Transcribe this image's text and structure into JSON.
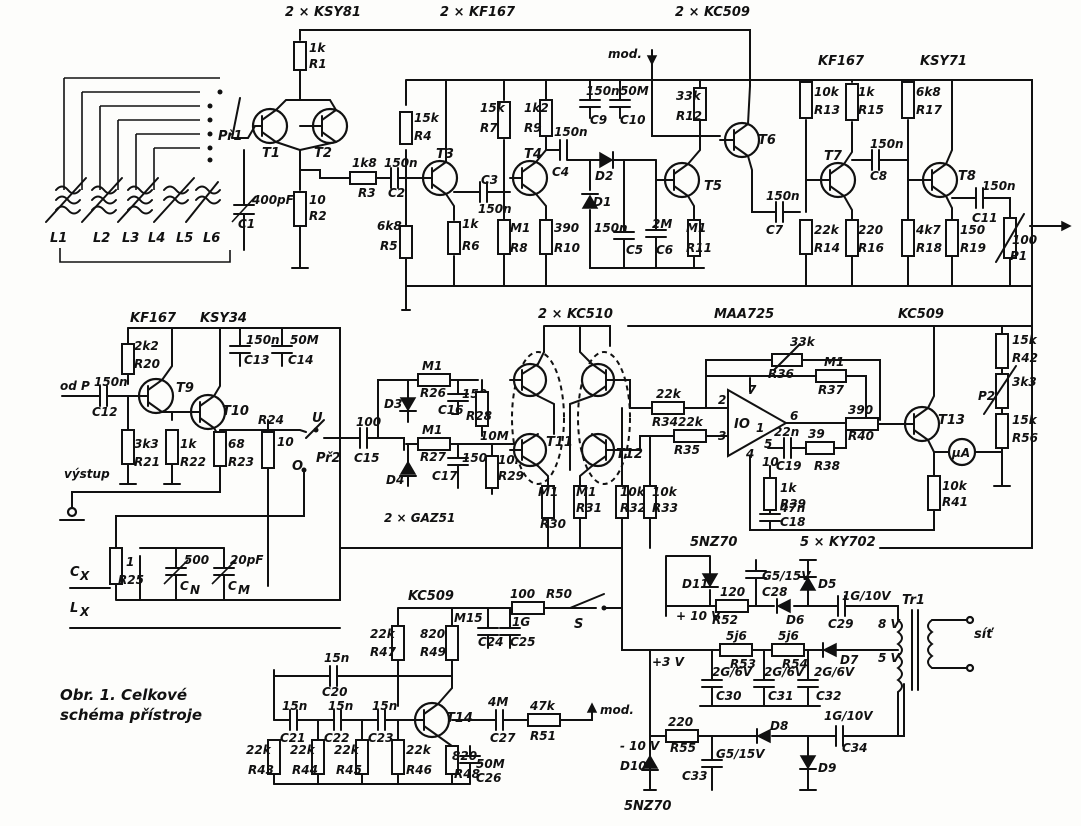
{
  "caption": [
    "Obr. 1. Celkové",
    "schéma přístroje"
  ],
  "headers": {
    "ksy81": "2 × KSY81",
    "kf167_top": "2 × KF167",
    "kc509_top": "2 × KC509",
    "kf167_right": "KF167",
    "ksy71": "KSY71",
    "kf167_left": "KF167",
    "ksy34": "KSY34",
    "kc510": "2 × KC510",
    "maa725": "MAA725",
    "kc509_right": "KC509",
    "gaz51": "2 × GAZ51",
    "kc509_bottom": "KC509",
    "nz70_top": "5NZ70",
    "ky702": "5 × KY702",
    "nz70_bottom": "5NZ70"
  },
  "resistors": [
    {
      "ref": "R1",
      "value": "1k"
    },
    {
      "ref": "R2",
      "value": "10"
    },
    {
      "ref": "R3",
      "value": "1k8"
    },
    {
      "ref": "R4",
      "value": "15k"
    },
    {
      "ref": "R5",
      "value": "6k8"
    },
    {
      "ref": "R6",
      "value": "1k"
    },
    {
      "ref": "R7",
      "value": "15k"
    },
    {
      "ref": "R8",
      "value": "M1"
    },
    {
      "ref": "R9",
      "value": "1k2"
    },
    {
      "ref": "R10",
      "value": "390"
    },
    {
      "ref": "R11",
      "value": "M1"
    },
    {
      "ref": "R12",
      "value": "33k"
    },
    {
      "ref": "R13",
      "value": "10k"
    },
    {
      "ref": "R14",
      "value": "22k"
    },
    {
      "ref": "R15",
      "value": "1k"
    },
    {
      "ref": "R16",
      "value": "220"
    },
    {
      "ref": "R17",
      "value": "6k8"
    },
    {
      "ref": "R18",
      "value": "4k7"
    },
    {
      "ref": "R19",
      "value": "150"
    },
    {
      "ref": "R20",
      "value": "2k2"
    },
    {
      "ref": "R21",
      "value": "3k3"
    },
    {
      "ref": "R22",
      "value": "1k"
    },
    {
      "ref": "R23",
      "value": "68"
    },
    {
      "ref": "R24",
      "value": "10"
    },
    {
      "ref": "R25",
      "value": "1"
    },
    {
      "ref": "R26",
      "value": "M1"
    },
    {
      "ref": "R27",
      "value": "M1"
    },
    {
      "ref": "R28",
      "value": "10M"
    },
    {
      "ref": "R29",
      "value": "10M"
    },
    {
      "ref": "R30",
      "value": "M1"
    },
    {
      "ref": "R31",
      "value": "M1"
    },
    {
      "ref": "R32",
      "value": "10k"
    },
    {
      "ref": "R33",
      "value": "10k"
    },
    {
      "ref": "R34",
      "value": "22k"
    },
    {
      "ref": "R35",
      "value": "22k"
    },
    {
      "ref": "R36",
      "value": "33k"
    },
    {
      "ref": "R37",
      "value": "M1"
    },
    {
      "ref": "R38",
      "value": "39"
    },
    {
      "ref": "R39",
      "value": "1k"
    },
    {
      "ref": "R40",
      "value": "390"
    },
    {
      "ref": "R41",
      "value": "10k"
    },
    {
      "ref": "R42",
      "value": "15k"
    },
    {
      "ref": "R43",
      "value": "22k"
    },
    {
      "ref": "R44",
      "value": "22k"
    },
    {
      "ref": "R45",
      "value": "22k"
    },
    {
      "ref": "R46",
      "value": "22k"
    },
    {
      "ref": "R47",
      "value": "22k"
    },
    {
      "ref": "R48",
      "value": "820"
    },
    {
      "ref": "R49",
      "value": "820"
    },
    {
      "ref": "R50",
      "value": "100"
    },
    {
      "ref": "R51",
      "value": "47k"
    },
    {
      "ref": "R52",
      "value": "120"
    },
    {
      "ref": "R53",
      "value": "5j6"
    },
    {
      "ref": "R54",
      "value": "5j6"
    },
    {
      "ref": "R55",
      "value": "220"
    },
    {
      "ref": "R56",
      "value": "15k"
    }
  ],
  "pots": [
    {
      "ref": "P1",
      "value": "100"
    },
    {
      "ref": "P2",
      "value": "3k3"
    }
  ],
  "capacitors": [
    {
      "ref": "C1",
      "value": "400pF"
    },
    {
      "ref": "C2",
      "value": "150n"
    },
    {
      "ref": "C3",
      "value": "150n"
    },
    {
      "ref": "C4",
      "value": "150n"
    },
    {
      "ref": "C5",
      "value": "150n"
    },
    {
      "ref": "C6",
      "value": "2M"
    },
    {
      "ref": "C7",
      "value": "150n"
    },
    {
      "ref": "C8",
      "value": "150n"
    },
    {
      "ref": "C9",
      "value": "150n"
    },
    {
      "ref": "C10",
      "value": "50M"
    },
    {
      "ref": "C11",
      "value": "150n"
    },
    {
      "ref": "C12",
      "value": "150n"
    },
    {
      "ref": "C13",
      "value": "150n"
    },
    {
      "ref": "C14",
      "value": "50M"
    },
    {
      "ref": "C15",
      "value": "100"
    },
    {
      "ref": "C16",
      "value": "150"
    },
    {
      "ref": "C17",
      "value": "150"
    },
    {
      "ref": "C18",
      "value": "47n"
    },
    {
      "ref": "C19",
      "value": "22n"
    },
    {
      "ref": "C20",
      "value": "15n"
    },
    {
      "ref": "C21",
      "value": "15n"
    },
    {
      "ref": "C22",
      "value": "15n"
    },
    {
      "ref": "C23",
      "value": "15n"
    },
    {
      "ref": "C24",
      "value": "M15"
    },
    {
      "ref": "C25",
      "value": "1G"
    },
    {
      "ref": "C26",
      "value": "50M"
    },
    {
      "ref": "C27",
      "value": "4M"
    },
    {
      "ref": "C28",
      "value": "G5/15V"
    },
    {
      "ref": "C29",
      "value": "1G/10V"
    },
    {
      "ref": "C30",
      "value": "2G/6V"
    },
    {
      "ref": "C31",
      "value": "2G/6V"
    },
    {
      "ref": "C32",
      "value": "2G/6V"
    },
    {
      "ref": "C33",
      "value": "G5/15V"
    },
    {
      "ref": "C34",
      "value": "1G/10V"
    }
  ],
  "transistors": [
    "T1",
    "T2",
    "T3",
    "T4",
    "T5",
    "T6",
    "T7",
    "T8",
    "T9",
    "T10",
    "T11",
    "T12",
    "T13",
    "T14"
  ],
  "diodes": [
    "D1",
    "D2",
    "D3",
    "D4",
    "D5",
    "D6",
    "D7",
    "D8",
    "D9",
    "D10",
    "D11"
  ],
  "switches": {
    "pr1": "Př1",
    "pr2": "Př2",
    "s": "S",
    "u": "U",
    "o": "O"
  },
  "coils": [
    "L1",
    "L2",
    "L3",
    "L4",
    "L5",
    "L6"
  ],
  "labels": {
    "od_p": "od P",
    "vystup": "výstup",
    "cx": "C",
    "cx_sub": "X",
    "lx": "L",
    "lx_sub": "X",
    "cn_value": "500",
    "cm_value": "20pF",
    "cn": "C",
    "cn_sub": "N",
    "cm": "C",
    "cm_sub": "M",
    "mod_top": "mod.",
    "mod_bottom": "mod.",
    "ua": "μA",
    "io1": "IO",
    "io1_sub": "1",
    "plus10": "+ 10 V",
    "plus3": "+3 V",
    "minus10": "- 10 V",
    "tr1": "Tr1",
    "sit": "síť",
    "v8": "8 V",
    "v5": "5 V",
    "pin7": "7",
    "pin6": "6",
    "pin2": "2",
    "pin3": "3",
    "pin4": "4",
    "pin5": "5",
    "pin10": "10"
  }
}
